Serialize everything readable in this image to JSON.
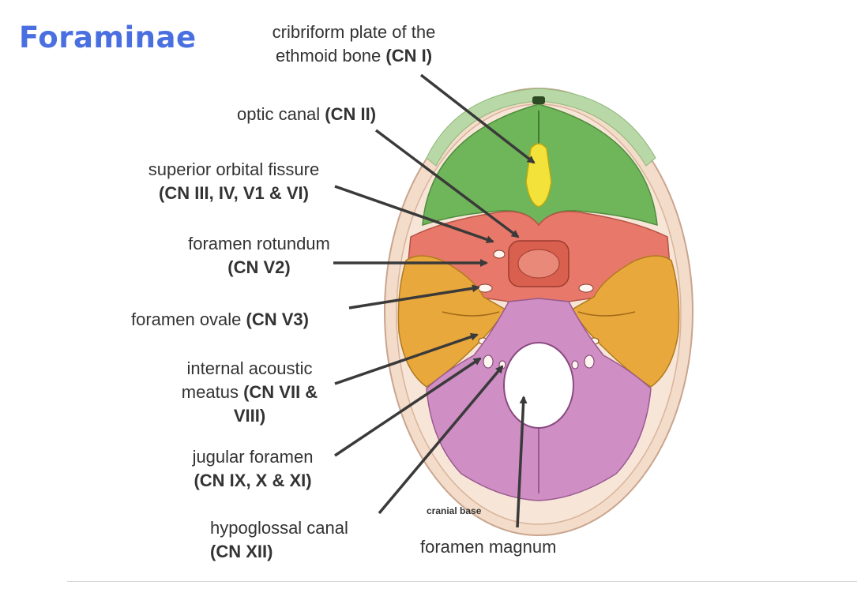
{
  "title": "Foraminae",
  "figure_caption": "cranial base",
  "labels": {
    "cribriform": {
      "line1": "cribriform plate of the",
      "line2": "ethmoid bone ",
      "cn": "(CN I)"
    },
    "optic": {
      "text": "optic canal ",
      "cn": "(CN II)"
    },
    "superior_orbital": {
      "line1": "superior orbital fissure",
      "cn": "(CN III, IV, V1 & VI)"
    },
    "rotundum": {
      "line1": "foramen rotundum",
      "cn": "(CN V2)"
    },
    "ovale": {
      "text": "foramen ovale ",
      "cn": "(CN V3)"
    },
    "acoustic": {
      "line1": "internal acoustic",
      "line2": "meatus ",
      "cn_a": "(CN VII &",
      "cn_b": "VIII)"
    },
    "jugular": {
      "line1": "jugular foramen",
      "cn": "(CN IX, X & XI)"
    },
    "hypoglossal": {
      "line1": "hypoglossal canal",
      "cn": "(CN XII)"
    },
    "magnum": {
      "text": "foramen magnum"
    }
  },
  "colors": {
    "title": "#4a6fe0",
    "frontal_green": "#6fb55a",
    "ethmoid_yellow": "#f2e23a",
    "sphenoid_red": "#e8796a",
    "temporal_orange": "#e9a83c",
    "occipital_pink": "#cf8ec4",
    "skull_rim": "#f1d9c7",
    "arrow": "#3a3a3a"
  }
}
